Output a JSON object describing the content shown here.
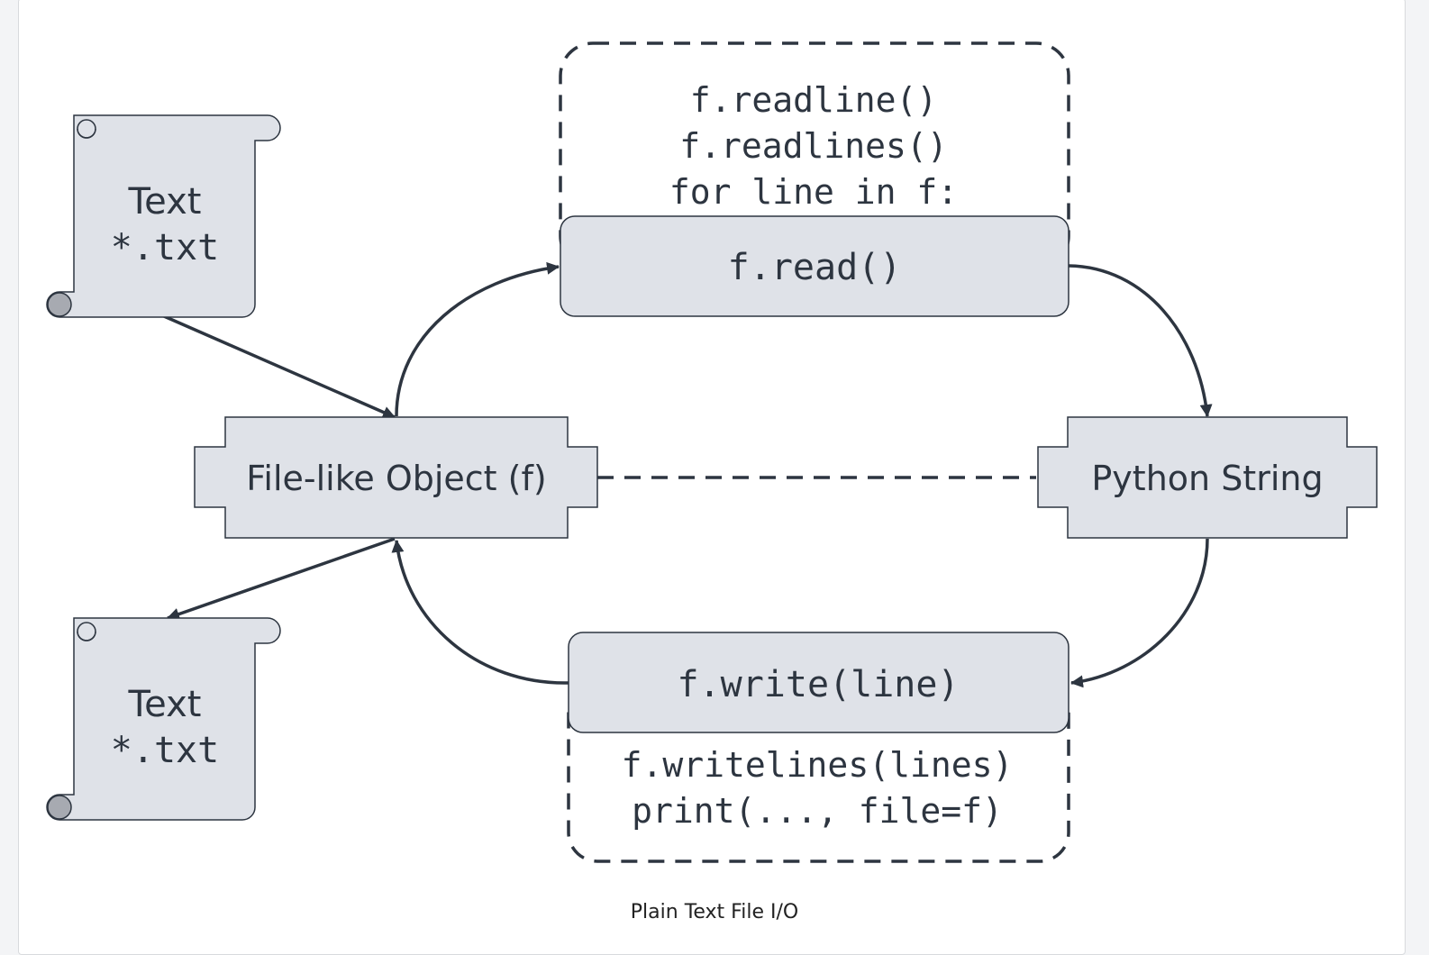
{
  "colors": {
    "node_fill": "#dfe2e8",
    "stroke": "#2d3540",
    "text": "#2d3540",
    "scroll_curl": "#a7aab1"
  },
  "nodes": {
    "text_file_input": {
      "line1": "Text",
      "line2": "*.txt"
    },
    "text_file_output": {
      "line1": "Text",
      "line2": "*.txt"
    },
    "file_object": {
      "label": "File-like Object (f)"
    },
    "python_string": {
      "label": "Python String"
    },
    "read": {
      "label": "f.read()",
      "alternatives": [
        "f.readline()",
        "f.readlines()",
        "for line in f:"
      ]
    },
    "write": {
      "label": "f.write(line)",
      "alternatives": [
        "f.writelines(lines)",
        "print(..., file=f)"
      ]
    }
  },
  "caption": "Plain Text File I/O"
}
